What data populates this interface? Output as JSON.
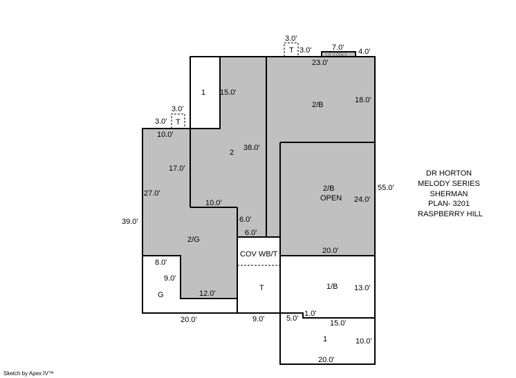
{
  "title_block": [
    "DR HORTON",
    "MELODY SERIES",
    "SHERMAN",
    "PLAN- 3201",
    "RASPBERRY HILL"
  ],
  "footer": "Sketch by Apex IV™",
  "colors": {
    "gray_area": "#c0c0c0",
    "line": "#000000"
  },
  "areas": {
    "room1_top": "1",
    "area2": "2",
    "area2b": "2/B",
    "area2b_open_1": "2/B",
    "area2b_open_2": "OPEN",
    "area2g": "2/G",
    "garage": "G",
    "cov": "COV WB/T",
    "terrace": "T",
    "area1b": "1/B",
    "room1_bottom": "1",
    "t_top": "T",
    "t_left": "T",
    "bump": "1.0' 2 ONLY"
  },
  "dims": {
    "t_top_w": "3.0'",
    "t_top_h": "3.0'",
    "bump_w": "7.0'",
    "bump_h": "4.0'",
    "top_23": "23.0'",
    "r1_15": "15.0'",
    "right_18": "18.0'",
    "t_left_w": "3.0'",
    "t_left_h": "3.0'",
    "left_10": "10.0'",
    "mid_38": "38.0'",
    "mid_17": "17.0'",
    "right_55": "55.0'",
    "left_27": "27.0'",
    "open_24": "24.0'",
    "mid_10": "10.0'",
    "left_39": "39.0'",
    "mid_6a": "6.0'",
    "mid_6b": "6.0'",
    "open_20": "20.0'",
    "g_8": "8.0'",
    "g_9": "9.0'",
    "g_12": "12.0'",
    "b_13": "13.0'",
    "step_1": "1.0'",
    "step_5": "5.0'",
    "bot_20": "20.0'",
    "bot_9": "9.0'",
    "r1_15b": "15.0'",
    "r1_10": "10.0'",
    "r1_20": "20.0'"
  }
}
